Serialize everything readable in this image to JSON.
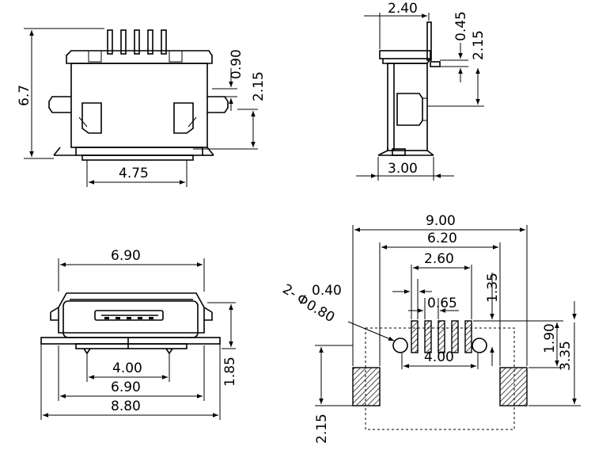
{
  "views": {
    "front": {
      "height": "6.7",
      "dim_a": "0.90",
      "dim_b": "2.15",
      "width": "4.75"
    },
    "side": {
      "top": "2.40",
      "small_a": "0.45",
      "small_b": "2.15",
      "bottom": "3.00"
    },
    "bottom": {
      "top_width": "6.90",
      "inner_a": "4.00",
      "inner_b": "6.90",
      "outer": "8.80",
      "height": "1.85"
    },
    "footprint": {
      "overall": "9.00",
      "span_a": "6.20",
      "span_b": "2.60",
      "pitch_w": "0.40",
      "hole_label_a": "2-",
      "hole_label_b": "Φ",
      "hole_dia": "0.80",
      "pitch": "0.65",
      "pad_a": "1.35",
      "pad_b": "1.90",
      "pad_c": "3.35",
      "holes": "4.00",
      "left_pad": "2.15"
    }
  }
}
